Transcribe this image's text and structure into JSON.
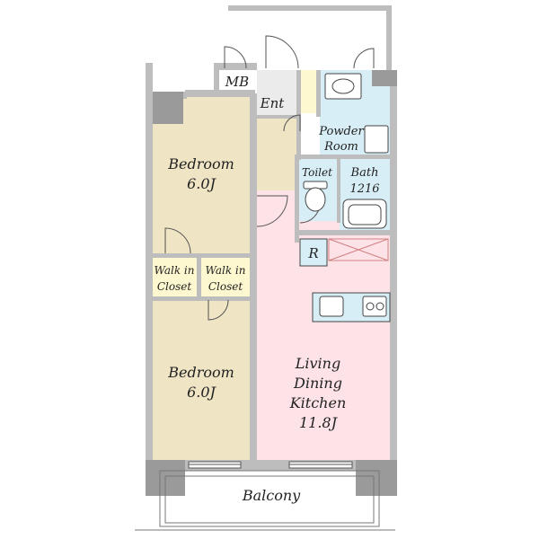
{
  "plan": {
    "rooms": {
      "mb": "MB",
      "ent": "Ent",
      "powder_1": "Powder",
      "powder_2": "Room",
      "toilet": "Toilet",
      "bath_1": "Bath",
      "bath_2": "1216",
      "r": "R",
      "bedroom_top_1": "Bedroom",
      "bedroom_top_2": "6.0J",
      "wic_left_1": "Walk in",
      "wic_left_2": "Closet",
      "wic_right_1": "Walk in",
      "wic_right_2": "Closet",
      "bedroom_bottom_1": "Bedroom",
      "bedroom_bottom_2": "6.0J",
      "ldk_1": "Living",
      "ldk_2": "Dining",
      "ldk_3": "Kitchen",
      "ldk_4": "11.8J",
      "balcony": "Balcony"
    },
    "colors": {
      "bedroom": "#efe4c4",
      "closet": "#fdf8cf",
      "ldk": "#fde3e8",
      "wet": "#d8eef6",
      "entrance": "#ebebeb",
      "wall": "#bdbdbd",
      "wall_dark": "#9a9a9a"
    }
  }
}
